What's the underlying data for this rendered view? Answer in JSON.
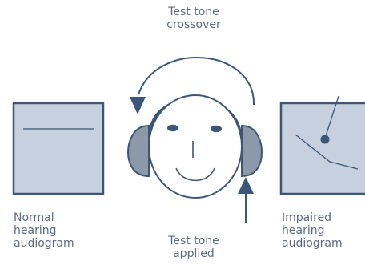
{
  "labels": {
    "crossover": "Test tone\ncrossover",
    "applied": "Test tone\napplied",
    "normal": "Normal\nhearing\naudiogram",
    "impaired": "Impaired\nhearing\naudiogram"
  },
  "colors": {
    "line": "#3b5676",
    "panel_fill": "#c7d0de",
    "earcup_fill": "#8d98a8",
    "text": "#5b6a80"
  }
}
